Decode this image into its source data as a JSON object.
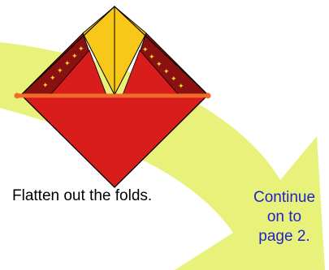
{
  "instruction": {
    "text": "Flatten out the folds."
  },
  "continue_note": {
    "lines": [
      "Continue",
      "on to",
      "page 2."
    ]
  },
  "colors": {
    "arrow": "#e8f27a",
    "paper_red": "#d91c1c",
    "paper_dark_red": "#8b1010",
    "flap_yellow": "#f7c71a",
    "fold_line": "#f06a2a",
    "stars": "#f7d23a",
    "outline": "#000000",
    "link_text": "#2222cc"
  },
  "icons": [
    "curved-arrow-icon",
    "folded-paper-diamond-icon",
    "fold-line-icon",
    "star-icon"
  ]
}
